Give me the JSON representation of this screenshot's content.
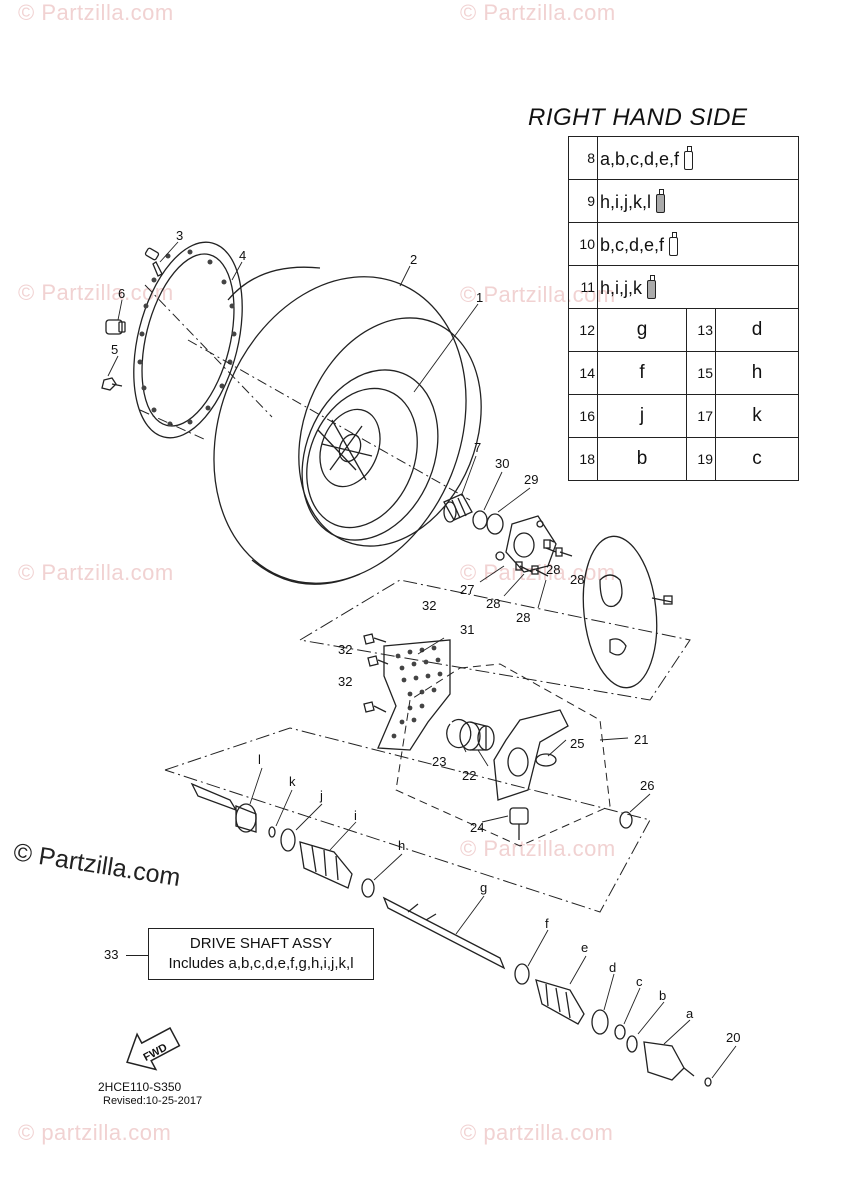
{
  "watermarks": {
    "text": "© Partzilla.com",
    "lower_text": "© partzilla.com",
    "big_text": "© Partzilla.com"
  },
  "title": "RIGHT HAND SIDE",
  "lubrication_table": [
    {
      "num": "8",
      "parts": "a,b,c,d,e,f",
      "tube": "grease-tube-icon-light"
    },
    {
      "num": "9",
      "parts": "h,i,j,k,l",
      "tube": "grease-tube-icon-shaded"
    },
    {
      "num": "10",
      "parts": "b,c,d,e,f",
      "tube": "grease-tube-icon-light"
    },
    {
      "num": "11",
      "parts": "h,i,j,k",
      "tube": "grease-tube-icon-shaded"
    }
  ],
  "part_table": [
    {
      "left_num": "12",
      "left_val": "g",
      "right_num": "13",
      "right_val": "d"
    },
    {
      "left_num": "14",
      "left_val": "f",
      "right_num": "15",
      "right_val": "h"
    },
    {
      "left_num": "16",
      "left_val": "j",
      "right_num": "17",
      "right_val": "k"
    },
    {
      "left_num": "18",
      "left_val": "b",
      "right_num": "19",
      "right_val": "c"
    }
  ],
  "callouts": {
    "c1": "1",
    "c2": "2",
    "c3": "3",
    "c4": "4",
    "c5": "5",
    "c6": "6",
    "c7": "7",
    "c20": "20",
    "c21": "21",
    "c22": "22",
    "c23": "23",
    "c24": "24",
    "c25": "25",
    "c26": "26",
    "c27": "27",
    "c28a": "28",
    "c28b": "28",
    "c28c": "28",
    "c28d": "28",
    "c29": "29",
    "c30": "30",
    "c31": "31",
    "c32a": "32",
    "c32b": "32",
    "c32c": "32",
    "a": "a",
    "b": "b",
    "c": "c",
    "d": "d",
    "e": "e",
    "f": "f",
    "g": "g",
    "h": "h",
    "i": "i",
    "j": "j",
    "k": "k",
    "l": "l"
  },
  "assy": {
    "num": "33",
    "line1": "DRIVE SHAFT ASSY",
    "line2": "Includes a,b,c,d,e,f,g,h,i,j,k,l"
  },
  "fwd_label": "FWD",
  "diagram_code": "2HCE110-S350",
  "revised": "Revised:10-25-2017"
}
